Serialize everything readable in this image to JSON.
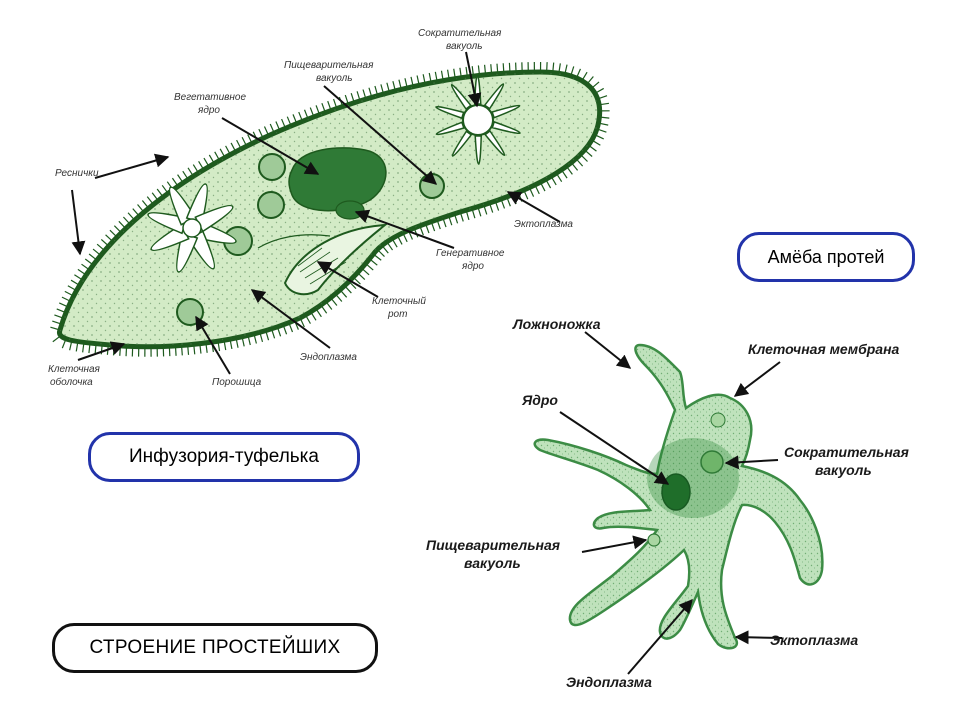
{
  "titles": {
    "amoeba": "Амёба протей",
    "paramecium": "Инфузория-туфелька",
    "main": "СТРОЕНИЕ ПРОСТЕЙШИХ"
  },
  "paramecium_labels": {
    "cilia": "Реснички",
    "vegetative_nucleus_1": "Вегетативное",
    "vegetative_nucleus_2": "ядро",
    "digestive_vacuole_1": "Пищеварительная",
    "digestive_vacuole_2": "вакуоль",
    "contractile_vacuole_1": "Сократительная",
    "contractile_vacuole_2": "вакуоль",
    "ectoplasm": "Эктоплазма",
    "generative_nucleus_1": "Генеративное",
    "generative_nucleus_2": "ядро",
    "cell_mouth_1": "Клеточный",
    "cell_mouth_2": "рот",
    "endoplasm": "Эндоплазма",
    "anal_pore": "Порошица",
    "cell_membrane_1": "Клеточная",
    "cell_membrane_2": "оболочка"
  },
  "amoeba_labels": {
    "pseudopod": "Ложноножка",
    "cell_membrane": "Клеточная мембрана",
    "nucleus": "Ядро",
    "contractile_vacuole_1": "Сократительная",
    "contractile_vacuole_2": "вакуоль",
    "digestive_vacuole_1": "Пищеварительная",
    "digestive_vacuole_2": "вакуоль",
    "ectoplasm": "Эктоплазма",
    "endoplasm": "Эндоплазма"
  },
  "colors": {
    "outline": "#1e5a1e",
    "cytoplasm": "#d3ebc6",
    "nucleus": "#2f7a36",
    "amoeba_fill": "#bfe2bc",
    "title_border": "#2233aa"
  }
}
